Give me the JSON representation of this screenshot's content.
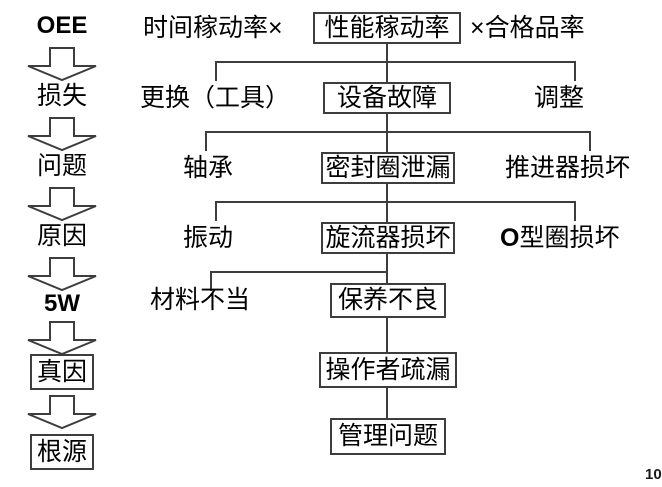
{
  "diagram": {
    "title_hint": "OEE loss / 5-Why root cause tree",
    "colors": {
      "line": "#3d3d3d",
      "text": "#000000",
      "background": "#ffffff"
    },
    "left_column": {
      "items": [
        {
          "label": "OEE",
          "kind": "label",
          "bold": true
        },
        {
          "label": "损失",
          "kind": "label",
          "bold": false
        },
        {
          "label": "问题",
          "kind": "label",
          "bold": false
        },
        {
          "label": "原因",
          "kind": "label",
          "bold": false
        },
        {
          "label": "5W",
          "kind": "label",
          "bold": true
        },
        {
          "label": "真因",
          "kind": "box",
          "bold": false
        },
        {
          "label": "根源",
          "kind": "box",
          "bold": false
        }
      ],
      "arrow_count": 6,
      "arrow_direction": "down"
    },
    "formula_row": {
      "left_text": "时间稼动率×",
      "center_box": "性能稼动率",
      "right_text": "×合格品率"
    },
    "rows": [
      {
        "left": "更换（工具）",
        "center": "设备故障",
        "right": "调整",
        "center_boxed": true,
        "left_boxed": false,
        "right_boxed": false,
        "has_left_branch": true,
        "has_right_branch": true
      },
      {
        "left": "轴承",
        "center": "密封圈泄漏",
        "right": "推进器损坏",
        "center_boxed": true,
        "left_boxed": false,
        "right_boxed": false,
        "has_left_branch": true,
        "has_right_branch": true
      },
      {
        "left": "振动",
        "center": "旋流器损坏",
        "right_bold_prefix": "O",
        "right_rest": "型圈损坏",
        "right": "O型圈损坏",
        "center_boxed": true,
        "left_boxed": false,
        "right_boxed": false,
        "has_left_branch": true,
        "has_right_branch": true
      },
      {
        "left": "材料不当",
        "center": "保养不良",
        "right": "",
        "center_boxed": true,
        "left_boxed": false,
        "right_boxed": false,
        "has_left_branch": true,
        "has_right_branch": false
      },
      {
        "left": "",
        "center": "操作者疏漏",
        "right": "",
        "center_boxed": true,
        "has_left_branch": false,
        "has_right_branch": false
      },
      {
        "left": "",
        "center": "管理问题",
        "right": "",
        "center_boxed": true,
        "has_left_branch": false,
        "has_right_branch": false
      }
    ]
  },
  "footer": {
    "page_number": "10"
  }
}
